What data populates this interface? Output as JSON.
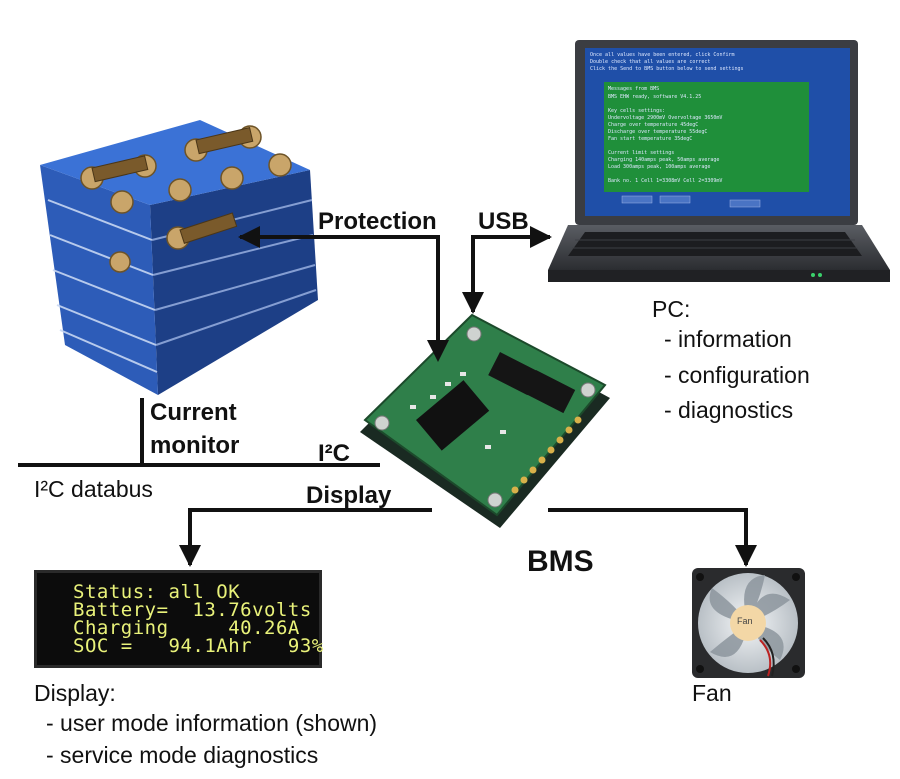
{
  "labels": {
    "protection": "Protection",
    "usb": "USB",
    "current_monitor_line1": "Current",
    "current_monitor_line2": "monitor",
    "i2c": "I²C",
    "i2c_databus": "I²C databus",
    "display_link": "Display",
    "bms": "BMS"
  },
  "pc": {
    "title": "PC:",
    "items": [
      "- information",
      "- configuration",
      "- diagnostics"
    ]
  },
  "display": {
    "title": "Display:",
    "items": [
      "- user mode information (shown)",
      "- service mode diagnostics"
    ],
    "lcd_lines": [
      "Status: all OK",
      "Battery=  13.76volts",
      "Charging     40.26A",
      "SOC =   94.1Ahr   93%"
    ]
  },
  "fan": {
    "label": "Fan",
    "hub_text": "Fan"
  },
  "colors": {
    "arrow": "#111111",
    "battery_blue": "#2f63c4",
    "screen_blue": "#1f4fa8",
    "screen_green": "#1f8f3a",
    "pcb_green": "#2f7f4a",
    "lcd_text": "#e9f27a"
  },
  "icons": [
    "battery-pack-icon",
    "laptop-icon",
    "bms-board-icon",
    "lcd-display-icon",
    "fan-icon"
  ]
}
